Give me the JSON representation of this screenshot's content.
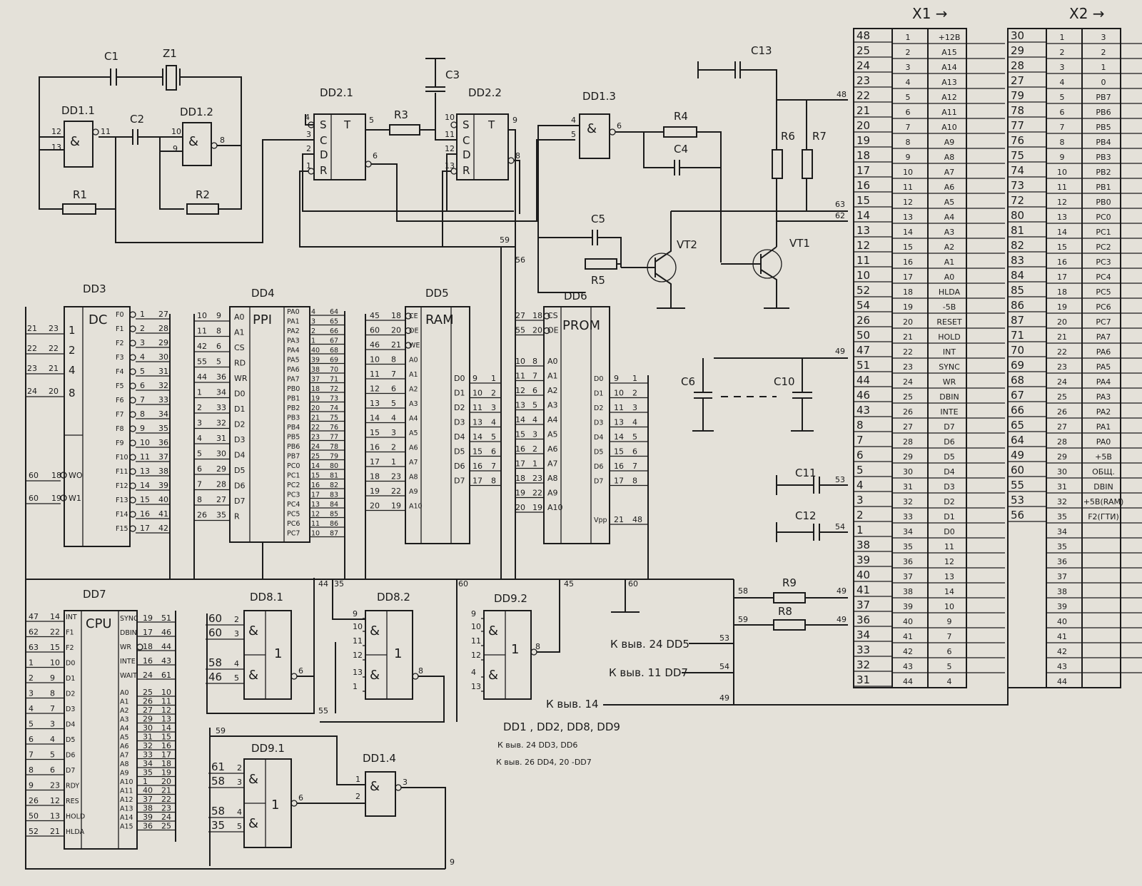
{
  "labels": {
    "c1": "C1",
    "z1": "Z1",
    "c2": "C2",
    "r1": "R1",
    "r2": "R2",
    "c3": "C3",
    "r3": "R3",
    "c13": "C13",
    "r4": "R4",
    "c4": "C4",
    "r6": "R6",
    "r7": "R7",
    "c5": "C5",
    "r5": "R5",
    "vt1": "VT1",
    "vt2": "VT2",
    "c6": "C6",
    "c10": "C10",
    "c11": "C11",
    "c12": "C12",
    "r8": "R8",
    "r9": "R9",
    "dd11": "DD1.1",
    "dd12": "DD1.2",
    "dd13": "DD1.3",
    "dd14": "DD1.4",
    "dd21": "DD2.1",
    "dd22": "DD2.2",
    "dd3": "DD3",
    "dd4": "DD4",
    "dd5": "DD5",
    "dd6": "DD6",
    "dd7": "DD7",
    "dd81": "DD8.1",
    "dd82": "DD8.2",
    "dd91": "DD9.1",
    "dd92": "DD9.2",
    "amp": "&",
    "one": "1",
    "t": "T",
    "s": "S",
    "c": "C",
    "d": "D",
    "r": "R",
    "dc": "DC",
    "ppi": "PPI",
    "ram": "RAM",
    "prom": "PROM",
    "cpu": "CPU",
    "x1": "X1 →",
    "x2": "X2 →"
  },
  "notes": [
    "К выв. 24 DD5",
    "К выв. 11 DD7",
    "К выв. 14",
    "DD1 , DD2, DD8, DD9",
    "К выв. 24 DD3, DD6",
    "К выв. 26 DD4, 20 -DD7"
  ],
  "x1": {
    "left": [
      "48",
      "25",
      "24",
      "23",
      "22",
      "21",
      "20",
      "19",
      "18",
      "17",
      "16",
      "15",
      "14",
      "13",
      "12",
      "11",
      "10",
      "52",
      "54",
      "26",
      "50",
      "47",
      "51",
      "44",
      "46",
      "43",
      "8",
      "7",
      "6",
      "5",
      "4",
      "3",
      "2",
      "1",
      "38",
      "39",
      "40",
      "41",
      "37",
      "36",
      "34",
      "33",
      "32",
      "31"
    ],
    "pins": [
      "1",
      "2",
      "3",
      "4",
      "5",
      "6",
      "7",
      "8",
      "9",
      "10",
      "11",
      "12",
      "13",
      "14",
      "15",
      "16",
      "17",
      "18",
      "19",
      "20",
      "21",
      "22",
      "23",
      "24",
      "25",
      "26",
      "27",
      "28",
      "29",
      "30",
      "31",
      "32",
      "33",
      "34",
      "35",
      "36",
      "37",
      "38",
      "39",
      "40",
      "41",
      "42",
      "43",
      "44"
    ],
    "signals": [
      "+12B",
      "A15",
      "A14",
      "A13",
      "A12",
      "A11",
      "A10",
      "A9",
      "A8",
      "A7",
      "A6",
      "A5",
      "A4",
      "A3",
      "A2",
      "A1",
      "A0",
      "HLDA",
      "-5B",
      "RESET",
      "HOLD",
      "INT",
      "SYNC",
      "WR",
      "DBIN",
      "INTE",
      "D7",
      "D6",
      "D5",
      "D4",
      "D3",
      "D2",
      "D1",
      "D0",
      "11",
      "12",
      "13",
      "14",
      "10",
      "9",
      "7",
      "6",
      "5",
      "4"
    ]
  },
  "x2": {
    "left": [
      "30",
      "29",
      "28",
      "27",
      "79",
      "78",
      "77",
      "76",
      "75",
      "74",
      "73",
      "72",
      "80",
      "81",
      "82",
      "83",
      "84",
      "85",
      "86",
      "87",
      "71",
      "70",
      "69",
      "68",
      "67",
      "66",
      "65",
      "64",
      "49",
      "60",
      "55",
      "53",
      "56"
    ],
    "pins": [
      "1",
      "2",
      "3",
      "4",
      "5",
      "6",
      "7",
      "8",
      "9",
      "10",
      "11",
      "12",
      "13",
      "14",
      "15",
      "16",
      "17",
      "18",
      "19",
      "20",
      "21",
      "22",
      "23",
      "24",
      "25",
      "26",
      "27",
      "28",
      "29",
      "30",
      "31",
      "32",
      "35",
      "34",
      "35",
      "36",
      "37",
      "38",
      "39",
      "40",
      "41",
      "42",
      "43",
      "44"
    ],
    "signals": [
      "3",
      "2",
      "1",
      "0",
      "PB7",
      "PB6",
      "PB5",
      "PB4",
      "PB3",
      "PB2",
      "PB1",
      "PB0",
      "PC0",
      "PC1",
      "PC2",
      "PC3",
      "PC4",
      "PC5",
      "PC6",
      "PC7",
      "PA7",
      "PA6",
      "PA5",
      "PA4",
      "PA3",
      "PA2",
      "PA1",
      "PA0",
      "+5B",
      "ОБЩ.",
      "DBIN",
      "+5B(RAM)",
      "F2(ГТИ)",
      "",
      "",
      "",
      "",
      "",
      "",
      "",
      "",
      "",
      "",
      ""
    ]
  },
  "dd3": {
    "in": [
      [
        "21",
        "23",
        "1"
      ],
      [
        "22",
        "22",
        "2"
      ],
      [
        "23",
        "21",
        "4"
      ],
      [
        "24",
        "20",
        "8"
      ]
    ],
    "we": [
      [
        "60",
        "18",
        "WO"
      ],
      [
        "60",
        "19",
        "W1"
      ]
    ],
    "out": [
      [
        "F0",
        "1",
        "27"
      ],
      [
        "F1",
        "2",
        "28"
      ],
      [
        "F2",
        "3",
        "29"
      ],
      [
        "F3",
        "4",
        "30"
      ],
      [
        "F4",
        "5",
        "31"
      ],
      [
        "F5",
        "6",
        "32"
      ],
      [
        "F6",
        "7",
        "33"
      ],
      [
        "F7",
        "8",
        "34"
      ],
      [
        "F8",
        "9",
        "35"
      ],
      [
        "F9",
        "10",
        "36"
      ],
      [
        "F10",
        "11",
        "37"
      ],
      [
        "F11",
        "13",
        "38"
      ],
      [
        "F12",
        "14",
        "39"
      ],
      [
        "F13",
        "15",
        "40"
      ],
      [
        "F14",
        "16",
        "41"
      ],
      [
        "F15",
        "17",
        "42"
      ]
    ]
  },
  "dd4": {
    "left": [
      [
        "10",
        "9",
        "A0"
      ],
      [
        "11",
        "8",
        "A1"
      ],
      [
        "42",
        "6",
        "CS"
      ],
      [
        "55",
        "5",
        "RD"
      ],
      [
        "44",
        "36",
        "WR"
      ],
      [
        "1",
        "34",
        "D0"
      ],
      [
        "2",
        "33",
        "D1"
      ],
      [
        "3",
        "32",
        "D2"
      ],
      [
        "4",
        "31",
        "D3"
      ],
      [
        "5",
        "30",
        "D4"
      ],
      [
        "6",
        "29",
        "D5"
      ],
      [
        "7",
        "28",
        "D6"
      ],
      [
        "8",
        "27",
        "D7"
      ],
      [
        "26",
        "35",
        "R"
      ]
    ],
    "right": [
      [
        "PA0",
        "4",
        "64"
      ],
      [
        "PA1",
        "3",
        "65"
      ],
      [
        "PA2",
        "2",
        "66"
      ],
      [
        "PA3",
        "1",
        "67"
      ],
      [
        "PA4",
        "40",
        "68"
      ],
      [
        "PA5",
        "39",
        "69"
      ],
      [
        "PA6",
        "38",
        "70"
      ],
      [
        "PA7",
        "37",
        "71"
      ],
      [
        "PB0",
        "18",
        "72"
      ],
      [
        "PB1",
        "19",
        "73"
      ],
      [
        "PB2",
        "20",
        "74"
      ],
      [
        "PB3",
        "21",
        "75"
      ],
      [
        "PB4",
        "22",
        "76"
      ],
      [
        "PB5",
        "23",
        "77"
      ],
      [
        "PB6",
        "24",
        "78"
      ],
      [
        "PB7",
        "25",
        "79"
      ],
      [
        "PC0",
        "14",
        "80"
      ],
      [
        "PC1",
        "15",
        "81"
      ],
      [
        "PC2",
        "16",
        "82"
      ],
      [
        "PC3",
        "17",
        "83"
      ],
      [
        "PC4",
        "13",
        "84"
      ],
      [
        "PC5",
        "12",
        "85"
      ],
      [
        "PC6",
        "11",
        "86"
      ],
      [
        "PC7",
        "10",
        "87"
      ]
    ]
  },
  "dd5": {
    "left": [
      [
        "45",
        "18",
        "CE"
      ],
      [
        "60",
        "20",
        "OE"
      ],
      [
        "46",
        "21",
        "WE"
      ],
      [
        "10",
        "8",
        "A0"
      ],
      [
        "11",
        "7",
        "A1"
      ],
      [
        "12",
        "6",
        "A2"
      ],
      [
        "13",
        "5",
        "A3"
      ],
      [
        "14",
        "4",
        "A4"
      ],
      [
        "15",
        "3",
        "A5"
      ],
      [
        "16",
        "2",
        "A6"
      ],
      [
        "17",
        "1",
        "A7"
      ],
      [
        "18",
        "23",
        "A8"
      ],
      [
        "19",
        "22",
        "A9"
      ],
      [
        "20",
        "19",
        "A10"
      ]
    ],
    "right": [
      [
        "D0",
        "9",
        "1"
      ],
      [
        "D1",
        "10",
        "2"
      ],
      [
        "D2",
        "11",
        "3"
      ],
      [
        "D3",
        "13",
        "4"
      ],
      [
        "D4",
        "14",
        "5"
      ],
      [
        "D5",
        "15",
        "6"
      ],
      [
        "D6",
        "16",
        "7"
      ],
      [
        "D7",
        "17",
        "8"
      ]
    ]
  },
  "dd6": {
    "left": [
      [
        "27",
        "18",
        "CS"
      ],
      [
        "55",
        "20",
        "OE"
      ],
      [
        "10",
        "8",
        "A0"
      ],
      [
        "11",
        "7",
        "A1"
      ],
      [
        "12",
        "6",
        "A2"
      ],
      [
        "13",
        "5",
        "A3"
      ],
      [
        "14",
        "4",
        "A4"
      ],
      [
        "15",
        "3",
        "A5"
      ],
      [
        "16",
        "2",
        "A6"
      ],
      [
        "17",
        "1",
        "A7"
      ],
      [
        "18",
        "23",
        "A8"
      ],
      [
        "19",
        "22",
        "A9"
      ],
      [
        "20",
        "19",
        "A10"
      ]
    ],
    "right": [
      [
        "D0",
        "9",
        "1"
      ],
      [
        "D1",
        "10",
        "2"
      ],
      [
        "D2",
        "11",
        "3"
      ],
      [
        "D3",
        "13",
        "4"
      ],
      [
        "D4",
        "14",
        "5"
      ],
      [
        "D5",
        "15",
        "6"
      ],
      [
        "D6",
        "16",
        "7"
      ],
      [
        "D7",
        "17",
        "8"
      ],
      [
        "Vpp",
        "21",
        "48"
      ]
    ]
  },
  "dd7": {
    "left": [
      [
        "47",
        "14",
        "INT"
      ],
      [
        "62",
        "22",
        "F1"
      ],
      [
        "63",
        "15",
        "F2"
      ],
      [
        "1",
        "10",
        "D0"
      ],
      [
        "2",
        "9",
        "D1"
      ],
      [
        "3",
        "8",
        "D2"
      ],
      [
        "4",
        "7",
        "D3"
      ],
      [
        "5",
        "3",
        "D4"
      ],
      [
        "6",
        "4",
        "D5"
      ],
      [
        "7",
        "5",
        "D6"
      ],
      [
        "8",
        "6",
        "D7"
      ],
      [
        "9",
        "23",
        "RDY"
      ],
      [
        "26",
        "12",
        "RES"
      ],
      [
        "50",
        "13",
        "HOLD"
      ],
      [
        "52",
        "21",
        "HLDA"
      ]
    ],
    "right": [
      [
        "SYNC",
        "19",
        "51"
      ],
      [
        "DBIN",
        "17",
        "46"
      ],
      [
        "WR",
        "18",
        "44"
      ],
      [
        "INTE",
        "16",
        "43"
      ],
      [
        "WAIT",
        "24",
        "61"
      ],
      [
        "A0",
        "25",
        "10"
      ],
      [
        "A1",
        "26",
        "11"
      ],
      [
        "A2",
        "27",
        "12"
      ],
      [
        "A3",
        "29",
        "13"
      ],
      [
        "A4",
        "30",
        "14"
      ],
      [
        "A5",
        "31",
        "15"
      ],
      [
        "A6",
        "32",
        "16"
      ],
      [
        "A7",
        "33",
        "17"
      ],
      [
        "A8",
        "34",
        "18"
      ],
      [
        "A9",
        "35",
        "19"
      ],
      [
        "A10",
        "1",
        "20"
      ],
      [
        "A11",
        "40",
        "21"
      ],
      [
        "A12",
        "37",
        "22"
      ],
      [
        "A13",
        "38",
        "23"
      ],
      [
        "A14",
        "39",
        "24"
      ],
      [
        "A15",
        "36",
        "25"
      ]
    ]
  },
  "nets": {
    "n59a": "59",
    "n56": "56",
    "n63": "63",
    "n62": "62",
    "n48": "48",
    "n49": "49",
    "n53": "53",
    "n54": "54",
    "n58": "58",
    "n59b": "59",
    "n55": "55",
    "n44": "44",
    "n35": "35",
    "n60": "60",
    "n45": "45",
    "n9": "9",
    "n60g": "60",
    "n49b": "49",
    "n49c": "49",
    "n53b": "53",
    "n54b": "54",
    "n49d": "49"
  },
  "gates": {
    "dd11": {
      "in": [
        "12",
        "13"
      ],
      "out": "11"
    },
    "dd12": {
      "in": [
        "10",
        "9"
      ],
      "out": "8"
    },
    "dd13": {
      "in": [
        "4",
        "5"
      ],
      "out": "6"
    },
    "dd14": {
      "in": [
        "1",
        "2"
      ],
      "out": "3"
    },
    "dd21": {
      "in": [
        "4",
        "3",
        "2",
        "1"
      ],
      "out": [
        "5",
        "6"
      ]
    },
    "dd22": {
      "in": [
        "10",
        "11",
        "12",
        "13"
      ],
      "out": [
        "9",
        "8"
      ]
    },
    "dd81": {
      "in": [
        [
          "60",
          "2"
        ],
        [
          "60",
          "3"
        ],
        [
          "58",
          "4"
        ],
        [
          "46",
          "5"
        ]
      ],
      "out": "6"
    },
    "dd82": {
      "in": [
        "9",
        "10",
        "11",
        "12",
        "13",
        "1"
      ],
      "out": "8"
    },
    "dd92": {
      "in": [
        "9",
        "10",
        "11",
        "12",
        "4",
        "13"
      ],
      "out": "8"
    },
    "dd91": {
      "in": [
        [
          "61",
          "2"
        ],
        [
          "58",
          "3"
        ],
        [
          "58",
          "4"
        ],
        [
          "35",
          "5"
        ]
      ],
      "out": "6"
    }
  }
}
